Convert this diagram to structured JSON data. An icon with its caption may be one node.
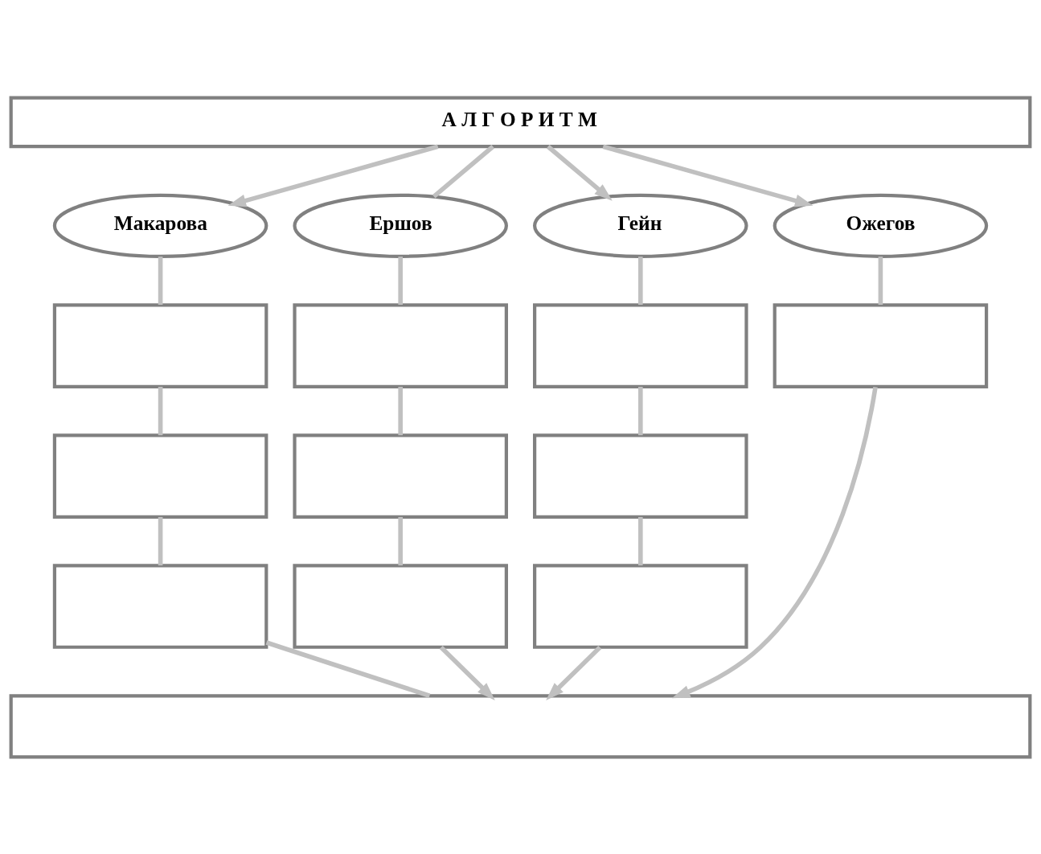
{
  "diagram": {
    "nodes": [
      {
        "text": [
          "А Л Г О Р И Т М"
        ]
      },
      {
        "text": [
          "Макарова"
        ]
      },
      {
        "text": [
          "Ершов"
        ]
      },
      {
        "text": [
          "Гейн"
        ]
      },
      {
        "text": [
          "Ожегов"
        ]
      },
      {
        "text": [],
        "shape": "box"
      },
      {
        "text": [],
        "shape": "box"
      },
      {
        "text": [],
        "shape": "box"
      },
      {
        "text": [],
        "shape": "box"
      },
      {
        "text": [],
        "shape": "box"
      },
      {
        "text": [],
        "shape": "box"
      },
      {
        "text": [],
        "shape": "box"
      },
      {
        "text": [],
        "shape": "box"
      },
      {
        "text": [],
        "shape": "box"
      },
      {
        "text": [],
        "shape": "box"
      },
      {
        "text": [],
        "shape": "box"
      }
    ],
    "edges": [
      {
        "from": 0,
        "to": 1,
        "arrow": "to"
      },
      {
        "from": 0,
        "to": 2,
        "arrow": "none"
      },
      {
        "from": 0,
        "to": 3,
        "arrow": "to"
      },
      {
        "from": 0,
        "to": 4,
        "arrow": "to"
      },
      {
        "from": 1,
        "to": 5,
        "arrow": "none"
      },
      {
        "from": 2,
        "to": 6,
        "arrow": "none"
      },
      {
        "from": 3,
        "to": 7,
        "arrow": "none"
      },
      {
        "from": 4,
        "to": 8,
        "arrow": "none"
      },
      {
        "from": 5,
        "to": 9,
        "arrow": "none"
      },
      {
        "from": 6,
        "to": 10,
        "arrow": "none"
      },
      {
        "from": 7,
        "to": 11,
        "arrow": "none"
      },
      {
        "from": 9,
        "to": 12,
        "arrow": "none"
      },
      {
        "from": 10,
        "to": 13,
        "arrow": "none"
      },
      {
        "from": 11,
        "to": 14,
        "arrow": "none"
      },
      {
        "from": 12,
        "to": 15,
        "arrow": "none"
      },
      {
        "from": 13,
        "to": 15,
        "arrow": "to"
      },
      {
        "from": 14,
        "to": 15,
        "arrow": "to"
      },
      {
        "from": 8,
        "to": 15,
        "arrow": "to"
      }
    ]
  }
}
